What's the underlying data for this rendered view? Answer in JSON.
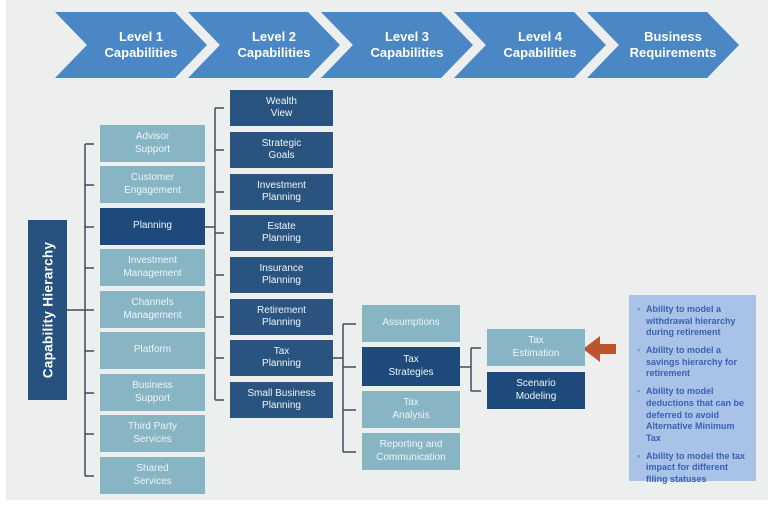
{
  "pipeline": {
    "steps": [
      {
        "line1": "Level 1",
        "line2": "Capabilities"
      },
      {
        "line1": "Level 2",
        "line2": "Capabilities"
      },
      {
        "line1": "Level 3",
        "line2": "Capabilities"
      },
      {
        "line1": "Level 4",
        "line2": "Capabilities"
      },
      {
        "line1": "Business",
        "line2": "Requirements"
      }
    ]
  },
  "hierarchy": {
    "label": "Capability Hierarchy"
  },
  "level1": {
    "items": [
      {
        "label": "Advisor\nSupport",
        "highlighted": false
      },
      {
        "label": "Customer\nEngagement",
        "highlighted": false
      },
      {
        "label": "Planning",
        "highlighted": true
      },
      {
        "label": "Investment\nManagement",
        "highlighted": false
      },
      {
        "label": "Channels\nManagement",
        "highlighted": false
      },
      {
        "label": "Platform",
        "highlighted": false
      },
      {
        "label": "Business\nSupport",
        "highlighted": false
      },
      {
        "label": "Third Party\nServices",
        "highlighted": false
      },
      {
        "label": "Shared\nServices",
        "highlighted": false
      }
    ]
  },
  "level2": {
    "items": [
      {
        "label": "Wealth\nView",
        "highlighted": false
      },
      {
        "label": "Strategic\nGoals",
        "highlighted": false
      },
      {
        "label": "Investment\nPlanning",
        "highlighted": false
      },
      {
        "label": "Estate\nPlanning",
        "highlighted": false
      },
      {
        "label": "Insurance\nPlanning",
        "highlighted": false
      },
      {
        "label": "Retirement\nPlanning",
        "highlighted": false
      },
      {
        "label": "Tax\nPlanning",
        "highlighted": false
      },
      {
        "label": "Small Business\nPlanning",
        "highlighted": false
      }
    ]
  },
  "level3": {
    "items": [
      {
        "label": "Assumptions",
        "highlighted": false
      },
      {
        "label": "Tax\nStrategies",
        "highlighted": true
      },
      {
        "label": "Tax\nAnalysis",
        "highlighted": false
      },
      {
        "label": "Reporting and\nCommunication",
        "highlighted": false
      }
    ]
  },
  "level4": {
    "items": [
      {
        "label": "Tax\nEstimation",
        "highlighted": false
      },
      {
        "label": "Scenario\nModeling",
        "highlighted": true
      }
    ]
  },
  "requirements": {
    "bullets": [
      "Ability to model a withdrawal hierarchy during retirement",
      "Ability to model a savings hierarchy for retirement",
      "Ability to model deductions that can be deferred to avoid Alternative Minimum Tax",
      "Ability to model the tax impact for different filing statuses"
    ]
  },
  "colors": {
    "chevron_blue": "#4b87c4",
    "box_teal": "#87b5c3",
    "box_navy": "#2a5480",
    "box_navy_dark": "#1d4a7a",
    "panel_bg": "#a9c2e7",
    "panel_text": "#3a62b0",
    "arrow_orange": "#bd5430",
    "connector": "#3d4d60",
    "canvas_bg": "#edefee"
  }
}
